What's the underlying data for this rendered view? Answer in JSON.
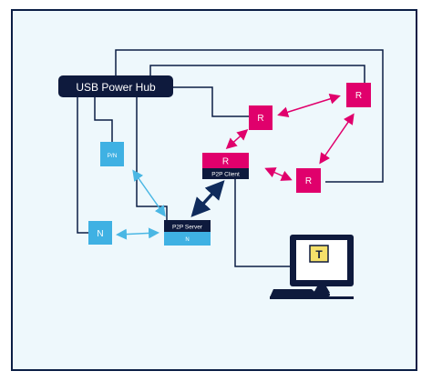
{
  "hub": {
    "label": "USB Power Hub"
  },
  "nodes": {
    "pn": "P/N",
    "n": "N",
    "server_top": "P2P Server",
    "server_bottom": "N",
    "client_top": "R",
    "client_bottom": "P2P Client",
    "r1": "R",
    "r2": "R",
    "r3": "R"
  },
  "computer": {
    "screen_letter": "T"
  },
  "colors": {
    "frame_border": "#0b1e45",
    "background": "#eef8fc",
    "hub": "#0e1a3d",
    "router": "#e0006c",
    "node_blue": "#3fb1e3",
    "client_bar": "#0e1a3d",
    "arrow_light": "#4ab7e4",
    "arrow_dark": "#0e2b5c",
    "arrow_pink": "#e0006c",
    "wire": "#0b1e45",
    "screen_yellow": "#f5e06a"
  }
}
